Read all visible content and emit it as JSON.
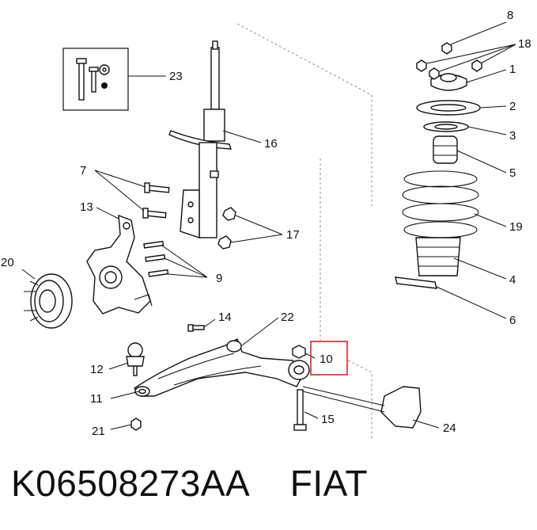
{
  "caption": "K06508273AA    FIAT",
  "highlight_color": "#d9262b",
  "highlighted_callout": "10",
  "callouts": {
    "c1": "1",
    "c2": "2",
    "c3": "3",
    "c4": "4",
    "c5": "5",
    "c6": "6",
    "c7": "7",
    "c8": "8",
    "c9": "9",
    "c10": "10",
    "c11": "11",
    "c12": "12",
    "c13": "13",
    "c14": "14",
    "c15": "15",
    "c16": "16",
    "c17": "17",
    "c18": "18",
    "c19": "19",
    "c20": "20",
    "c21": "21",
    "c22": "22",
    "c23": "23",
    "c24": "24"
  }
}
